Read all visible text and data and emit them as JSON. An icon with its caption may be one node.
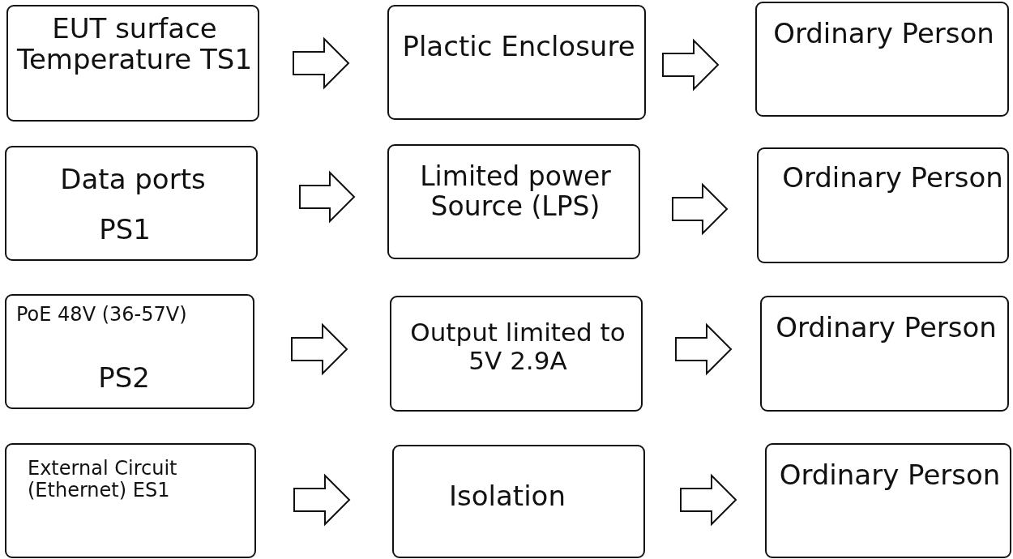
{
  "diagram": {
    "nodes": [
      {
        "text": [
          "EUT surface Temperature TS1"
        ]
      },
      {
        "text": [
          "Plactic Enclosure"
        ]
      },
      {
        "text": [
          "Ordinary Person"
        ]
      },
      {
        "text": [
          "Data ports",
          "PS1"
        ]
      },
      {
        "text": [
          "Limited power Source (LPS)"
        ]
      },
      {
        "text": [
          "Ordinary Person"
        ]
      },
      {
        "text": [
          "PoE 48V (36-57V)",
          "PS2"
        ]
      },
      {
        "text": [
          "Output limited to 5V 2.9A"
        ]
      },
      {
        "text": [
          "Ordinary Person"
        ]
      },
      {
        "text": [
          "External Circuit (Ethernet) ES1"
        ]
      },
      {
        "text": [
          "Isolation"
        ]
      },
      {
        "text": [
          "Ordinary Person"
        ]
      }
    ],
    "edges": [
      {
        "from": 0,
        "to": 1,
        "arrow": "to"
      },
      {
        "from": 1,
        "to": 2,
        "arrow": "to"
      },
      {
        "from": 3,
        "to": 4,
        "arrow": "to"
      },
      {
        "from": 4,
        "to": 5,
        "arrow": "to"
      },
      {
        "from": 6,
        "to": 7,
        "arrow": "to"
      },
      {
        "from": 7,
        "to": 8,
        "arrow": "to"
      },
      {
        "from": 9,
        "to": 10,
        "arrow": "to"
      },
      {
        "from": 10,
        "to": 11,
        "arrow": "to"
      }
    ]
  }
}
